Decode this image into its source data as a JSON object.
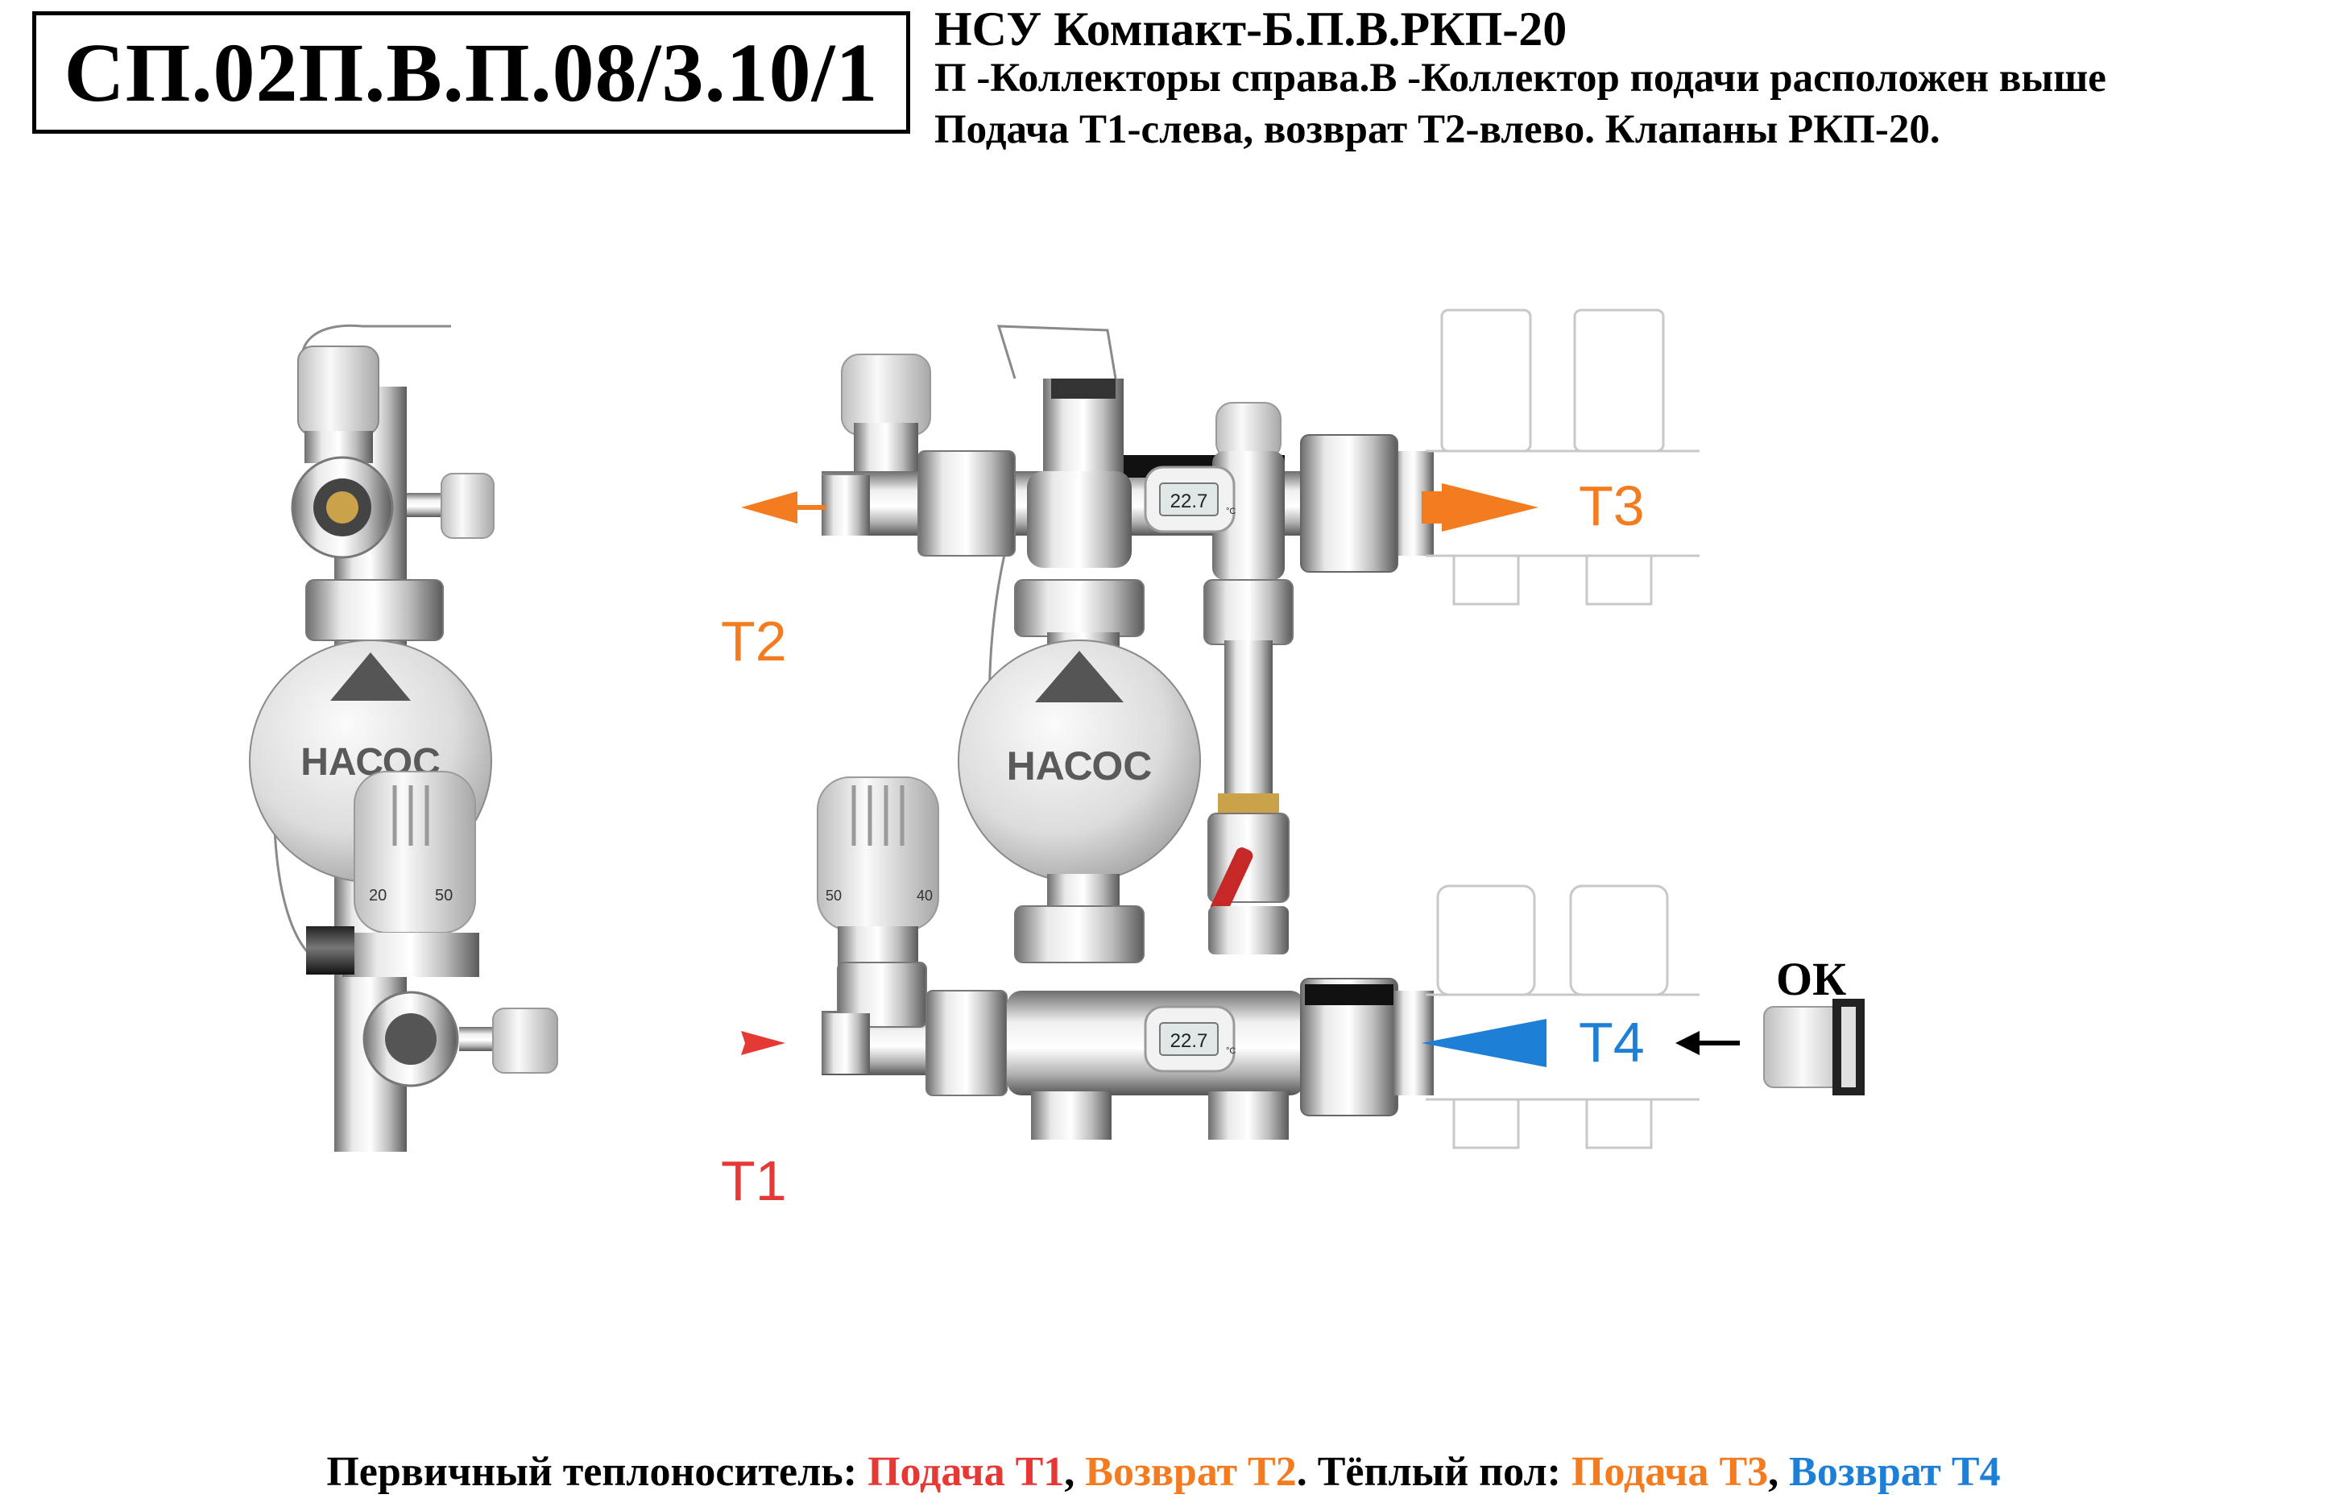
{
  "code": "СП.02П.В.П.08/3.10/1",
  "header": {
    "title": "НСУ Компакт-Б.П.В.РКП-20",
    "line2": "П -Коллекторы справа.В -Коллектор подачи расположен выше",
    "line3": "Подача Т1-слева, возврат Т2-влево. Клапаны РКП-20."
  },
  "diagram": {
    "pump_label_side": "НАСОС",
    "pump_label_front": "НАСОС",
    "thermometer_top": "22.7",
    "thermometer_bottom": "22.7",
    "thermometer_unit": "°C",
    "scale_side_1": "20",
    "scale_side_2": "50",
    "scale_front_1": "50",
    "scale_front_2": "40",
    "label_t1": "T1",
    "label_t2": "T2",
    "label_t3": "T3",
    "label_t4": "T4",
    "label_ok": "ОК",
    "colors": {
      "supply_primary": "#e53935",
      "return_primary": "#f47c20",
      "supply_floor": "#f47c20",
      "return_floor": "#1e7fd6",
      "valve_handle": "#c62828"
    }
  },
  "footer": {
    "prefix": "Первичный теплоноситель: ",
    "t1": "Подача Т1",
    "sep1": ", ",
    "t2": "Возврат Т2",
    "mid": ". Тёплый пол: ",
    "t3": "Подача Т3",
    "sep2": ", ",
    "t4": "Возврат Т4"
  }
}
